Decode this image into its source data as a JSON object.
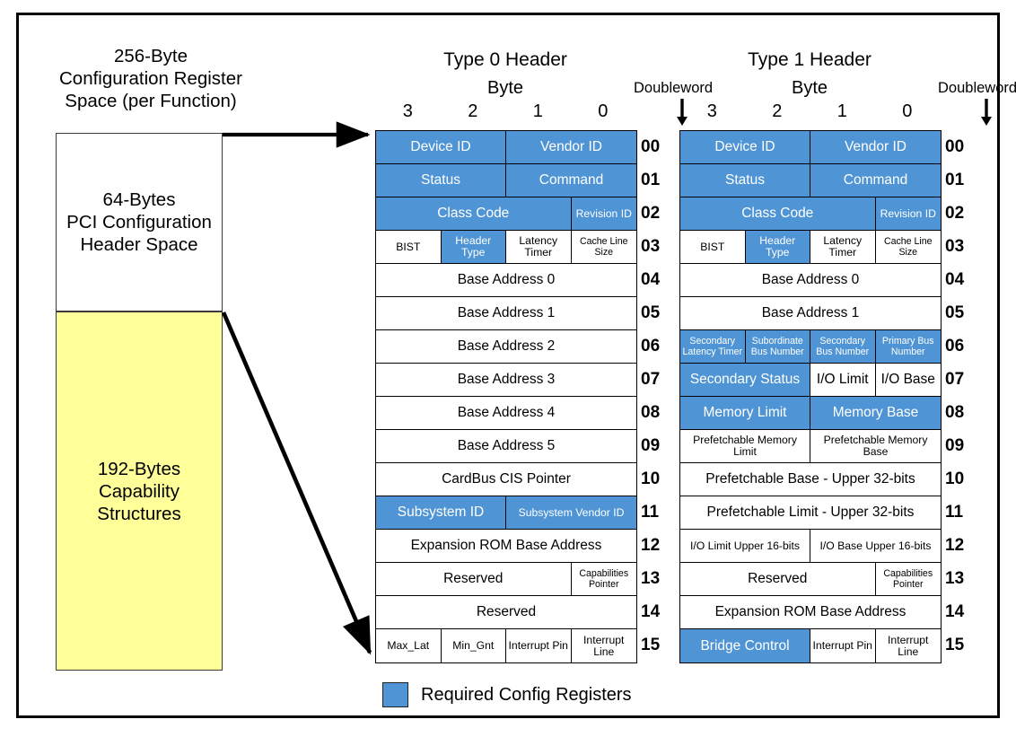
{
  "left_panel": {
    "title": "256-Byte\nConfiguration Register\nSpace (per Function)",
    "title_lines": [
      "256-Byte",
      "Configuration Register",
      "Space (per Function)"
    ],
    "header_box_label": "64-Bytes\nPCI Configuration\nHeader Space",
    "header_box_lines": [
      "64-Bytes",
      "PCI Configuration",
      "Header Space"
    ],
    "capability_box_label": "192-Bytes\nCapability\nStructures",
    "capability_box_lines": [
      "192-Bytes",
      "Capability",
      "Structures"
    ],
    "capability_color": "#ffff99"
  },
  "legend": {
    "swatch_color": "#4f94d4",
    "label": "Required Config Registers"
  },
  "common": {
    "byte_label": "Byte",
    "doubleword_label": "Doubleword",
    "byte_numbers": [
      "3",
      "2",
      "1",
      "0"
    ],
    "doubleword_numbers": [
      "00",
      "01",
      "02",
      "03",
      "04",
      "05",
      "06",
      "07",
      "08",
      "09",
      "10",
      "11",
      "12",
      "13",
      "14",
      "15"
    ]
  },
  "type0": {
    "title": "Type 0 Header",
    "rows": [
      {
        "dw": "00",
        "cells": [
          {
            "label": "Device ID",
            "w": 50,
            "fill": "blue"
          },
          {
            "label": "Vendor ID",
            "w": 50,
            "fill": "blue"
          }
        ]
      },
      {
        "dw": "01",
        "cells": [
          {
            "label": "Status",
            "w": 50,
            "fill": "blue"
          },
          {
            "label": "Command",
            "w": 50,
            "fill": "blue"
          }
        ]
      },
      {
        "dw": "02",
        "cells": [
          {
            "label": "Class Code",
            "w": 75,
            "fill": "blue"
          },
          {
            "label": "Revision ID",
            "w": 25,
            "fill": "blue",
            "size": "sm"
          }
        ]
      },
      {
        "dw": "03",
        "cells": [
          {
            "label": "BIST",
            "w": 25,
            "fill": "white",
            "size": "sm"
          },
          {
            "label": "Header Type",
            "w": 25,
            "fill": "blue",
            "size": "sm"
          },
          {
            "label": "Latency Timer",
            "w": 25,
            "fill": "white",
            "size": "sm"
          },
          {
            "label": "Cache Line Size",
            "w": 25,
            "fill": "white",
            "size": "xs"
          }
        ]
      },
      {
        "dw": "04",
        "cells": [
          {
            "label": "Base Address 0",
            "w": 100,
            "fill": "white"
          }
        ]
      },
      {
        "dw": "05",
        "cells": [
          {
            "label": "Base Address 1",
            "w": 100,
            "fill": "white"
          }
        ]
      },
      {
        "dw": "06",
        "cells": [
          {
            "label": "Base Address 2",
            "w": 100,
            "fill": "white"
          }
        ]
      },
      {
        "dw": "07",
        "cells": [
          {
            "label": "Base Address 3",
            "w": 100,
            "fill": "white"
          }
        ]
      },
      {
        "dw": "08",
        "cells": [
          {
            "label": "Base Address 4",
            "w": 100,
            "fill": "white"
          }
        ]
      },
      {
        "dw": "09",
        "cells": [
          {
            "label": "Base Address 5",
            "w": 100,
            "fill": "white"
          }
        ]
      },
      {
        "dw": "10",
        "cells": [
          {
            "label": "CardBus CIS Pointer",
            "w": 100,
            "fill": "white"
          }
        ]
      },
      {
        "dw": "11",
        "cells": [
          {
            "label": "Subsystem ID",
            "w": 50,
            "fill": "blue"
          },
          {
            "label": "Subsystem Vendor ID",
            "w": 50,
            "fill": "blue",
            "size": "sm"
          }
        ]
      },
      {
        "dw": "12",
        "cells": [
          {
            "label": "Expansion ROM Base Address",
            "w": 100,
            "fill": "white"
          }
        ]
      },
      {
        "dw": "13",
        "cells": [
          {
            "label": "Reserved",
            "w": 75,
            "fill": "white"
          },
          {
            "label": "Capabilities Pointer",
            "w": 25,
            "fill": "white",
            "size": "xs"
          }
        ]
      },
      {
        "dw": "14",
        "cells": [
          {
            "label": "Reserved",
            "w": 100,
            "fill": "white"
          }
        ]
      },
      {
        "dw": "15",
        "cells": [
          {
            "label": "Max_Lat",
            "w": 25,
            "fill": "white",
            "size": "sm"
          },
          {
            "label": "Min_Gnt",
            "w": 25,
            "fill": "white",
            "size": "sm"
          },
          {
            "label": "Interrupt Pin",
            "w": 25,
            "fill": "white",
            "size": "sm"
          },
          {
            "label": "Interrupt Line",
            "w": 25,
            "fill": "white",
            "size": "sm"
          }
        ]
      }
    ]
  },
  "type1": {
    "title": "Type 1 Header",
    "rows": [
      {
        "dw": "00",
        "cells": [
          {
            "label": "Device ID",
            "w": 50,
            "fill": "blue"
          },
          {
            "label": "Vendor ID",
            "w": 50,
            "fill": "blue"
          }
        ]
      },
      {
        "dw": "01",
        "cells": [
          {
            "label": "Status",
            "w": 50,
            "fill": "blue"
          },
          {
            "label": "Command",
            "w": 50,
            "fill": "blue"
          }
        ]
      },
      {
        "dw": "02",
        "cells": [
          {
            "label": "Class Code",
            "w": 75,
            "fill": "blue"
          },
          {
            "label": "Revision ID",
            "w": 25,
            "fill": "blue",
            "size": "sm"
          }
        ]
      },
      {
        "dw": "03",
        "cells": [
          {
            "label": "BIST",
            "w": 25,
            "fill": "white",
            "size": "sm"
          },
          {
            "label": "Header Type",
            "w": 25,
            "fill": "blue",
            "size": "sm"
          },
          {
            "label": "Latency Timer",
            "w": 25,
            "fill": "white",
            "size": "sm"
          },
          {
            "label": "Cache Line Size",
            "w": 25,
            "fill": "white",
            "size": "xs"
          }
        ]
      },
      {
        "dw": "04",
        "cells": [
          {
            "label": "Base Address 0",
            "w": 100,
            "fill": "white"
          }
        ]
      },
      {
        "dw": "05",
        "cells": [
          {
            "label": "Base Address 1",
            "w": 100,
            "fill": "white"
          }
        ]
      },
      {
        "dw": "06",
        "cells": [
          {
            "label": "Secondary Latency Timer",
            "w": 25,
            "fill": "blue",
            "size": "xs"
          },
          {
            "label": "Subordinate Bus Number",
            "w": 25,
            "fill": "blue",
            "size": "xs"
          },
          {
            "label": "Secondary Bus Number",
            "w": 25,
            "fill": "blue",
            "size": "xs"
          },
          {
            "label": "Primary Bus Number",
            "w": 25,
            "fill": "blue",
            "size": "xs"
          }
        ]
      },
      {
        "dw": "07",
        "cells": [
          {
            "label": "Secondary Status",
            "w": 50,
            "fill": "blue"
          },
          {
            "label": "I/O Limit",
            "w": 25,
            "fill": "white"
          },
          {
            "label": "I/O Base",
            "w": 25,
            "fill": "white"
          }
        ]
      },
      {
        "dw": "08",
        "cells": [
          {
            "label": "Memory Limit",
            "w": 50,
            "fill": "blue"
          },
          {
            "label": "Memory Base",
            "w": 50,
            "fill": "blue"
          }
        ]
      },
      {
        "dw": "09",
        "cells": [
          {
            "label": "Prefetchable Memory Limit",
            "w": 50,
            "fill": "white",
            "size": "sm"
          },
          {
            "label": "Prefetchable Memory Base",
            "w": 50,
            "fill": "white",
            "size": "sm"
          }
        ]
      },
      {
        "dw": "10",
        "cells": [
          {
            "label": "Prefetchable Base - Upper 32-bits",
            "w": 100,
            "fill": "white"
          }
        ]
      },
      {
        "dw": "11",
        "cells": [
          {
            "label": "Prefetchable Limit - Upper 32-bits",
            "w": 100,
            "fill": "white"
          }
        ]
      },
      {
        "dw": "12",
        "cells": [
          {
            "label": "I/O Limit Upper 16-bits",
            "w": 50,
            "fill": "white",
            "size": "sm"
          },
          {
            "label": "I/O Base Upper 16-bits",
            "w": 50,
            "fill": "white",
            "size": "sm"
          }
        ]
      },
      {
        "dw": "13",
        "cells": [
          {
            "label": "Reserved",
            "w": 75,
            "fill": "white"
          },
          {
            "label": "Capabilities Pointer",
            "w": 25,
            "fill": "white",
            "size": "xs"
          }
        ]
      },
      {
        "dw": "14",
        "cells": [
          {
            "label": "Expansion ROM Base Address",
            "w": 100,
            "fill": "white"
          }
        ]
      },
      {
        "dw": "15",
        "cells": [
          {
            "label": "Bridge Control",
            "w": 50,
            "fill": "blue"
          },
          {
            "label": "Interrupt Pin",
            "w": 25,
            "fill": "white",
            "size": "sm"
          },
          {
            "label": "Interrupt Line",
            "w": 25,
            "fill": "white",
            "size": "sm"
          }
        ]
      }
    ]
  }
}
